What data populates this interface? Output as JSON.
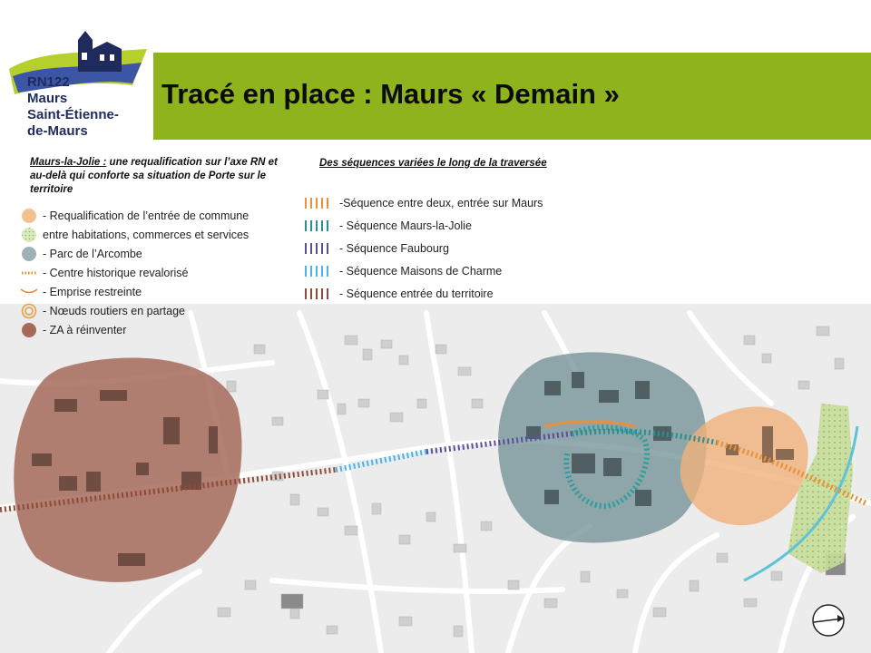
{
  "logo": {
    "rn": "RN122",
    "line1": "Maurs",
    "line2": "Saint-Étienne-",
    "line3": "de-Maurs"
  },
  "title": "Tracé en place : Maurs « Demain »",
  "left_legend": {
    "heading_underlined": "Maurs-la-Jolie :",
    "heading_rest": " une requalification sur l’axe RN et au-delà qui conforte sa situation de Porte sur le territoire",
    "items": [
      {
        "label": "- Requalification de l’entrée de commune",
        "symbol": "orange-circle-icon",
        "color": "#f3c18d"
      },
      {
        "label": "entre habitations, commerces et services",
        "symbol": "green-hatched-circle-icon",
        "color": "#b9d59a"
      },
      {
        "label": "- Parc de l’Arcombe",
        "symbol": "blue-grey-circle-icon",
        "color": "#9fb1b8"
      },
      {
        "label": "- Centre historique revalorisé",
        "symbol": "teal-ring-dash-icon",
        "color": "#2f9c9c"
      },
      {
        "label": "- Emprise restreinte",
        "symbol": "orange-bracket-icon",
        "color": "#e58a2e"
      },
      {
        "label": "- Nœuds routiers en partage",
        "symbol": "orange-concentric-circle-icon",
        "color": "#e79a3a"
      },
      {
        "label": "- ZA à réinventer",
        "symbol": "brown-circle-icon",
        "color": "#a46b5a"
      }
    ]
  },
  "right_legend": {
    "heading": "Des séquences variées le long de la traversée",
    "items": [
      {
        "label": "-Séquence entre deux, entrée sur Maurs",
        "color": "#e8913a"
      },
      {
        "label": "- Séquence Maurs-la-Jolie",
        "color": "#2b8f8f"
      },
      {
        "label": "- Séquence Faubourg",
        "color": "#5b4f9c"
      },
      {
        "label": "- Séquence Maisons de Charme",
        "color": "#49b4e6"
      },
      {
        "label": "- Séquence entrée du territoire",
        "color": "#8f4a3a"
      }
    ]
  },
  "colors": {
    "banner": "#8fb31c",
    "za_zone": "#a46b5a",
    "center_zone": "#6f8d93",
    "entry_zone": "#f0b27a",
    "park_zone": "#b8d28a"
  }
}
